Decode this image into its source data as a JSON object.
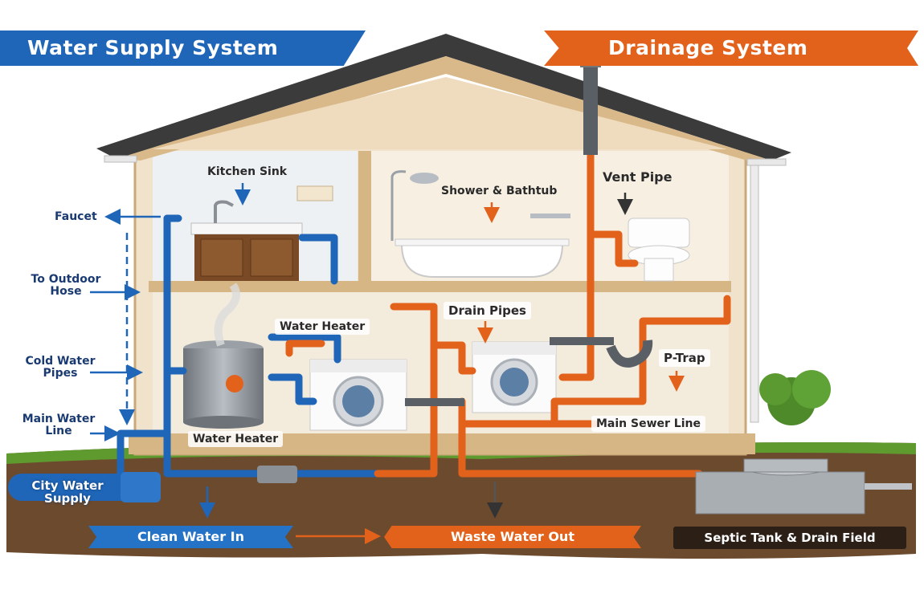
{
  "banners": {
    "water_supply": "Water Supply System",
    "drainage": "Drainage System"
  },
  "labels": {
    "kitchen_sink": "Kitchen Sink",
    "shower_bathtub": "Shower & Bathtub",
    "vent_pipe": "Vent Pipe",
    "faucet": "Faucet",
    "to_outdoor_hose_1": "To Outdoor",
    "to_outdoor_hose_2": "Hose",
    "cold_water_pipes_1": "Cold Water",
    "cold_water_pipes_2": "Pipes",
    "main_water_line_1": "Main Water",
    "main_water_line_2": "Line",
    "water_heater_upper": "Water Heater",
    "water_heater_lower": "Water Heater",
    "drain_pipes": "Drain Pipes",
    "p_trap": "P-Trap",
    "main_sewer_line": "Main Sewer Line",
    "city_water_supply_1": "City Water",
    "city_water_supply_2": "Supply"
  },
  "footer": {
    "clean_water_in": "Clean Water In",
    "waste_water_out": "Waste Water Out",
    "septic_tank": "Septic Tank & Drain Field"
  },
  "colors": {
    "supply_pipe": "#1f66b8",
    "drain_pipe": "#e2621c",
    "vent_pipe": "#5a5f66",
    "wall": "#f1e3cb",
    "roof": "#3b3b3b",
    "soil": "#6b4a2e",
    "grass": "#5f9a2f"
  }
}
